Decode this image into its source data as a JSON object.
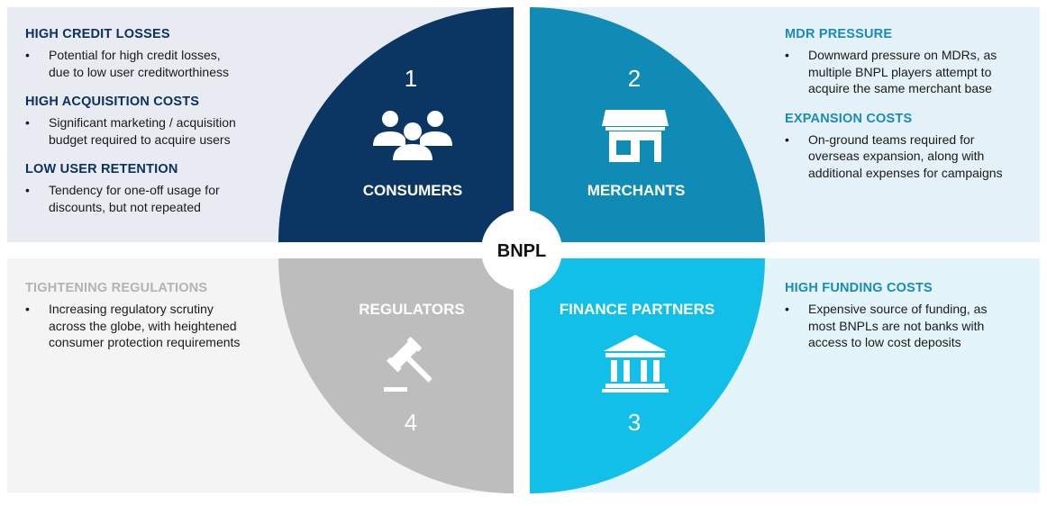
{
  "colors": {
    "consumers": "#0b3664",
    "merchants": "#0f8bb5",
    "regulators": "#bdbdbd",
    "finance_partners": "#12bfe8"
  },
  "center": {
    "label": "BNPL"
  },
  "quadrants": {
    "consumers": {
      "number": "1",
      "label": "CONSUMERS",
      "icon": "people-group-icon"
    },
    "merchants": {
      "number": "2",
      "label": "MERCHANTS",
      "icon": "storefront-icon"
    },
    "finance_partners": {
      "number": "3",
      "label": "FINANCE PARTNERS",
      "icon": "bank-building-icon"
    },
    "regulators": {
      "number": "4",
      "label": "REGULATORS",
      "icon": "gavel-icon"
    }
  },
  "panels": {
    "consumers": [
      {
        "heading": "HIGH CREDIT LOSSES",
        "text": "Potential for high credit losses,\ndue to low user creditworthiness"
      },
      {
        "heading": "HIGH ACQUISITION COSTS",
        "text": "Significant marketing / acquisition\nbudget required to acquire users"
      },
      {
        "heading": "LOW USER RETENTION",
        "text": "Tendency for one-off usage for\ndiscounts, but not repeated"
      }
    ],
    "merchants": [
      {
        "heading": "MDR PRESSURE",
        "text": "Downward pressure on MDRs, as\nmultiple BNPL players attempt to\nacquire the same merchant base"
      },
      {
        "heading": "EXPANSION COSTS",
        "text": "On-ground teams required for\noverseas expansion, along with\nadditional expenses for campaigns"
      }
    ],
    "regulators": [
      {
        "heading": "TIGHTENING REGULATIONS",
        "text": "Increasing regulatory scrutiny\nacross the globe, with heightened\nconsumer protection requirements"
      }
    ],
    "finance_partners": [
      {
        "heading": "HIGH FUNDING COSTS",
        "text": "Expensive source of funding, as\nmost BNPLs are not banks with\naccess to low cost deposits"
      }
    ]
  }
}
